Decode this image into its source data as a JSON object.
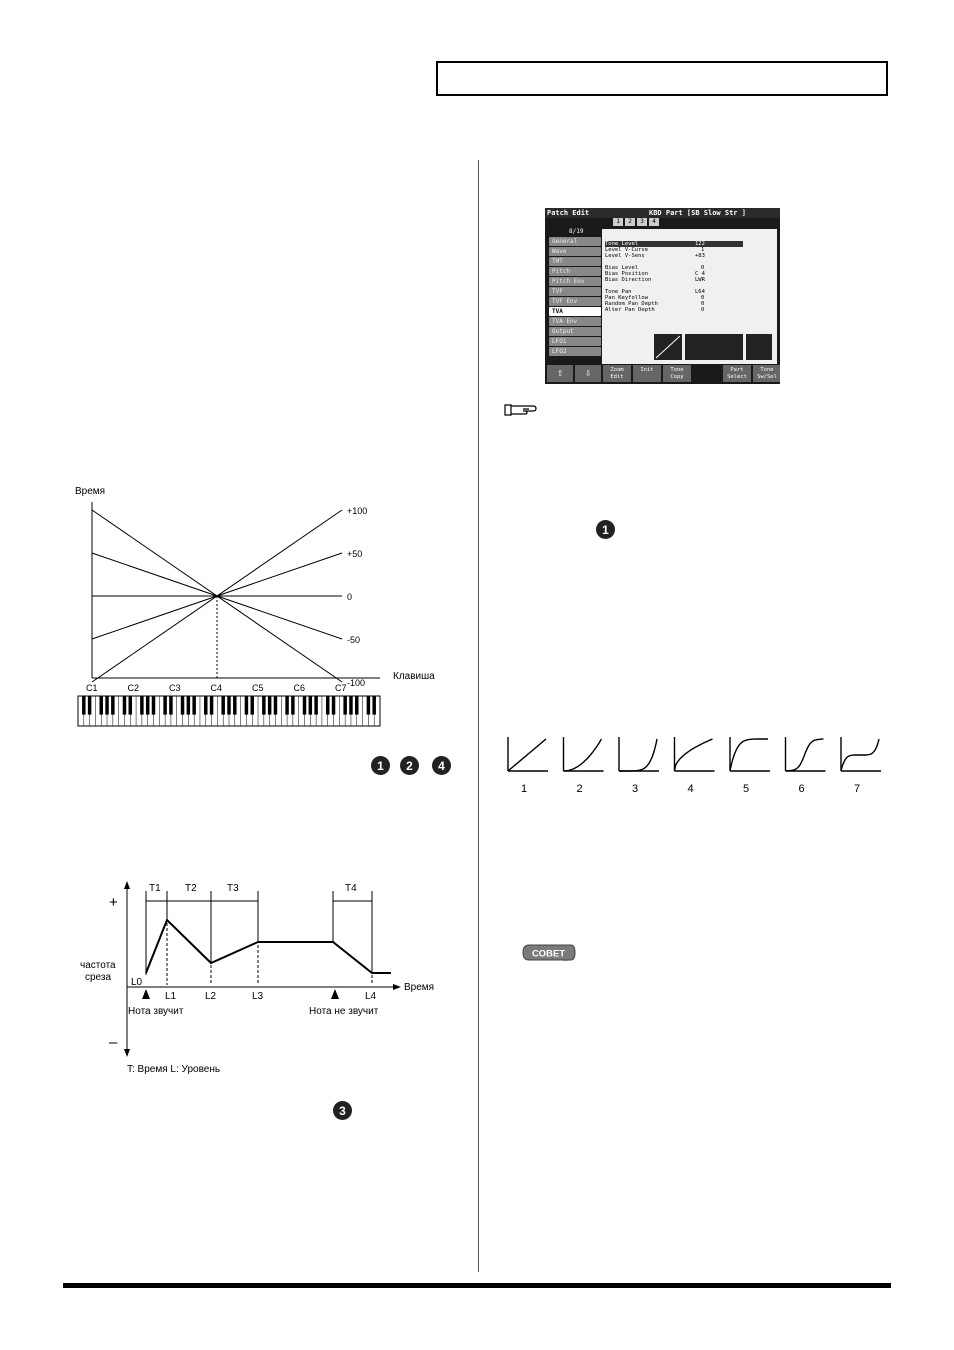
{
  "markers": {
    "m1": "1",
    "m2": "2",
    "m3": "3",
    "m4": "4",
    "m5": "1"
  },
  "keyfollow_chart": {
    "ylabel": "Время",
    "xlabel": "Клавиша",
    "notes": [
      "C1",
      "C2",
      "C3",
      "C4",
      "C5",
      "C6",
      "C7"
    ],
    "series": [
      {
        "name": "-100",
        "left": 100,
        "right": -100
      },
      {
        "name": "-50",
        "left": 50,
        "right": -50
      },
      {
        "name": "0",
        "left": 0,
        "right": 0
      },
      {
        "name": "+50",
        "left": -50,
        "right": 50
      },
      {
        "name": "+100",
        "left": -100,
        "right": 100
      }
    ]
  },
  "envelope_chart": {
    "plus": "+",
    "minus": "–",
    "ylabel_line1": "частота",
    "ylabel_line2": "среза",
    "xlabel": "Время",
    "times": [
      "T1",
      "T2",
      "T3",
      "T4"
    ],
    "levels": [
      "L0",
      "L1",
      "L2",
      "L3",
      "L4"
    ],
    "note_on": "Нота звучит",
    "note_off": "Нота не звучит",
    "legend": "T: Время    L: Уровень"
  },
  "curves": {
    "labels": [
      "1",
      "2",
      "3",
      "4",
      "5",
      "6",
      "7"
    ]
  },
  "lcd": {
    "title": "Patch Edit",
    "patch": "KBD Part  [SB Slow Str ]",
    "tabs": [
      "1",
      "2",
      "3",
      "4"
    ],
    "page": "8/19",
    "side_items": [
      "General",
      "Wave",
      "TMT",
      "Pitch",
      "Pitch Env",
      "TVF",
      "TVF Env",
      "TVA",
      "TVA Env",
      "Output",
      "LFO1",
      "LFO2"
    ],
    "rows": [
      {
        "label": "Tone Level",
        "value": "122"
      },
      {
        "label": "Level V-Curve",
        "value": "1"
      },
      {
        "label": "Level V-Sens",
        "value": "+83"
      },
      {
        "label": "Bias Level",
        "value": "0"
      },
      {
        "label": "Bias Position",
        "value": "C 4"
      },
      {
        "label": "Bias Direction",
        "value": "LWR"
      },
      {
        "label": "Tone Pan",
        "value": "L64"
      },
      {
        "label": "Pan Keyfollow",
        "value": "0"
      },
      {
        "label": "Random Pan Depth",
        "value": "0"
      },
      {
        "label": "Alter Pan Depth",
        "value": "0"
      }
    ],
    "buttons": [
      "Zoom Edit",
      "Init",
      "Tone Copy",
      "Part Select",
      "Tone Sw/Sel"
    ]
  },
  "sovet": "СОВЕТ",
  "colors": {
    "ink": "#000000",
    "lcd_bg": "#1a1a1a",
    "badge": "#7a7a7a"
  }
}
